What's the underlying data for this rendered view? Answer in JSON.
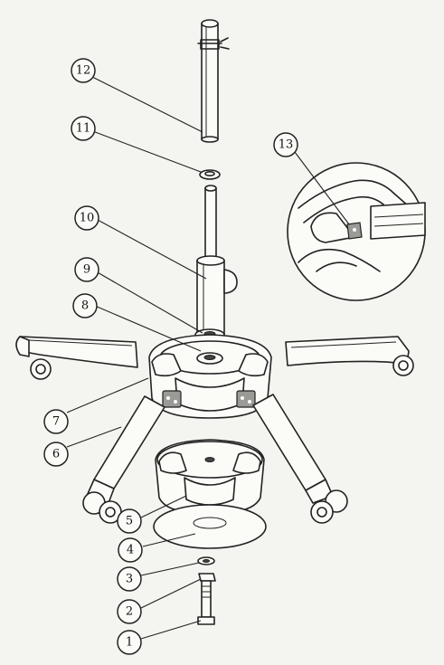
{
  "figure": {
    "callouts": [
      {
        "label": "12",
        "target": "gas-lift-upper-tube"
      },
      {
        "label": "11",
        "target": "washer-upper"
      },
      {
        "label": "10",
        "target": "gas-lift-cylinder"
      },
      {
        "label": "9",
        "target": "cylinder-collar"
      },
      {
        "label": "8",
        "target": "hub-bushing"
      },
      {
        "label": "7",
        "target": "upper-base-hub"
      },
      {
        "label": "6",
        "target": "base-leg"
      },
      {
        "label": "5",
        "target": "lower-base-hub"
      },
      {
        "label": "4",
        "target": "base-plate"
      },
      {
        "label": "3",
        "target": "washer-lower"
      },
      {
        "label": "2",
        "target": "nut"
      },
      {
        "label": "1",
        "target": "bolt"
      },
      {
        "label": "13",
        "target": "detail-clip"
      }
    ],
    "colors": {
      "ink": "#222222",
      "paper": "#f4f4f0",
      "shade": "#9a9a96"
    }
  }
}
